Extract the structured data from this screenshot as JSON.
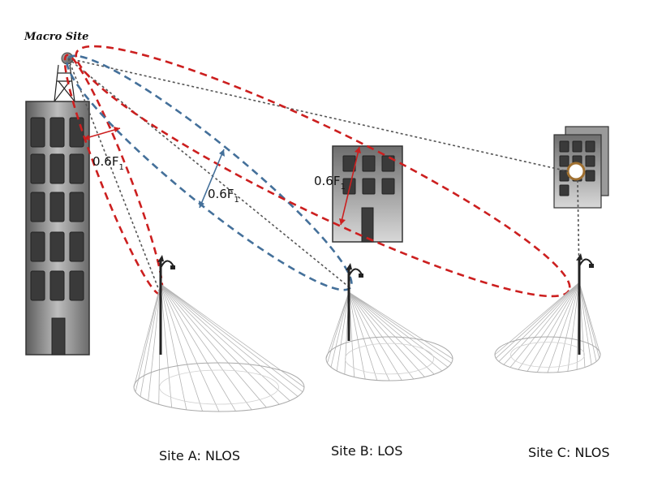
{
  "macro_site_label": "Macro Site",
  "fresnel_labels": {
    "site_a": "0.6F",
    "site_b": "0.6F",
    "site_b_building": "0.6F",
    "subscript": "1"
  },
  "sites": [
    {
      "label": "Site A: NLOS"
    },
    {
      "label": "Site B: LOS"
    },
    {
      "label": "Site C: NLOS"
    }
  ],
  "colors": {
    "red_fresnel": "#cc1f1f",
    "blue_fresnel": "#44709a",
    "los_line": "#555555",
    "building": "#7a7a7a"
  }
}
